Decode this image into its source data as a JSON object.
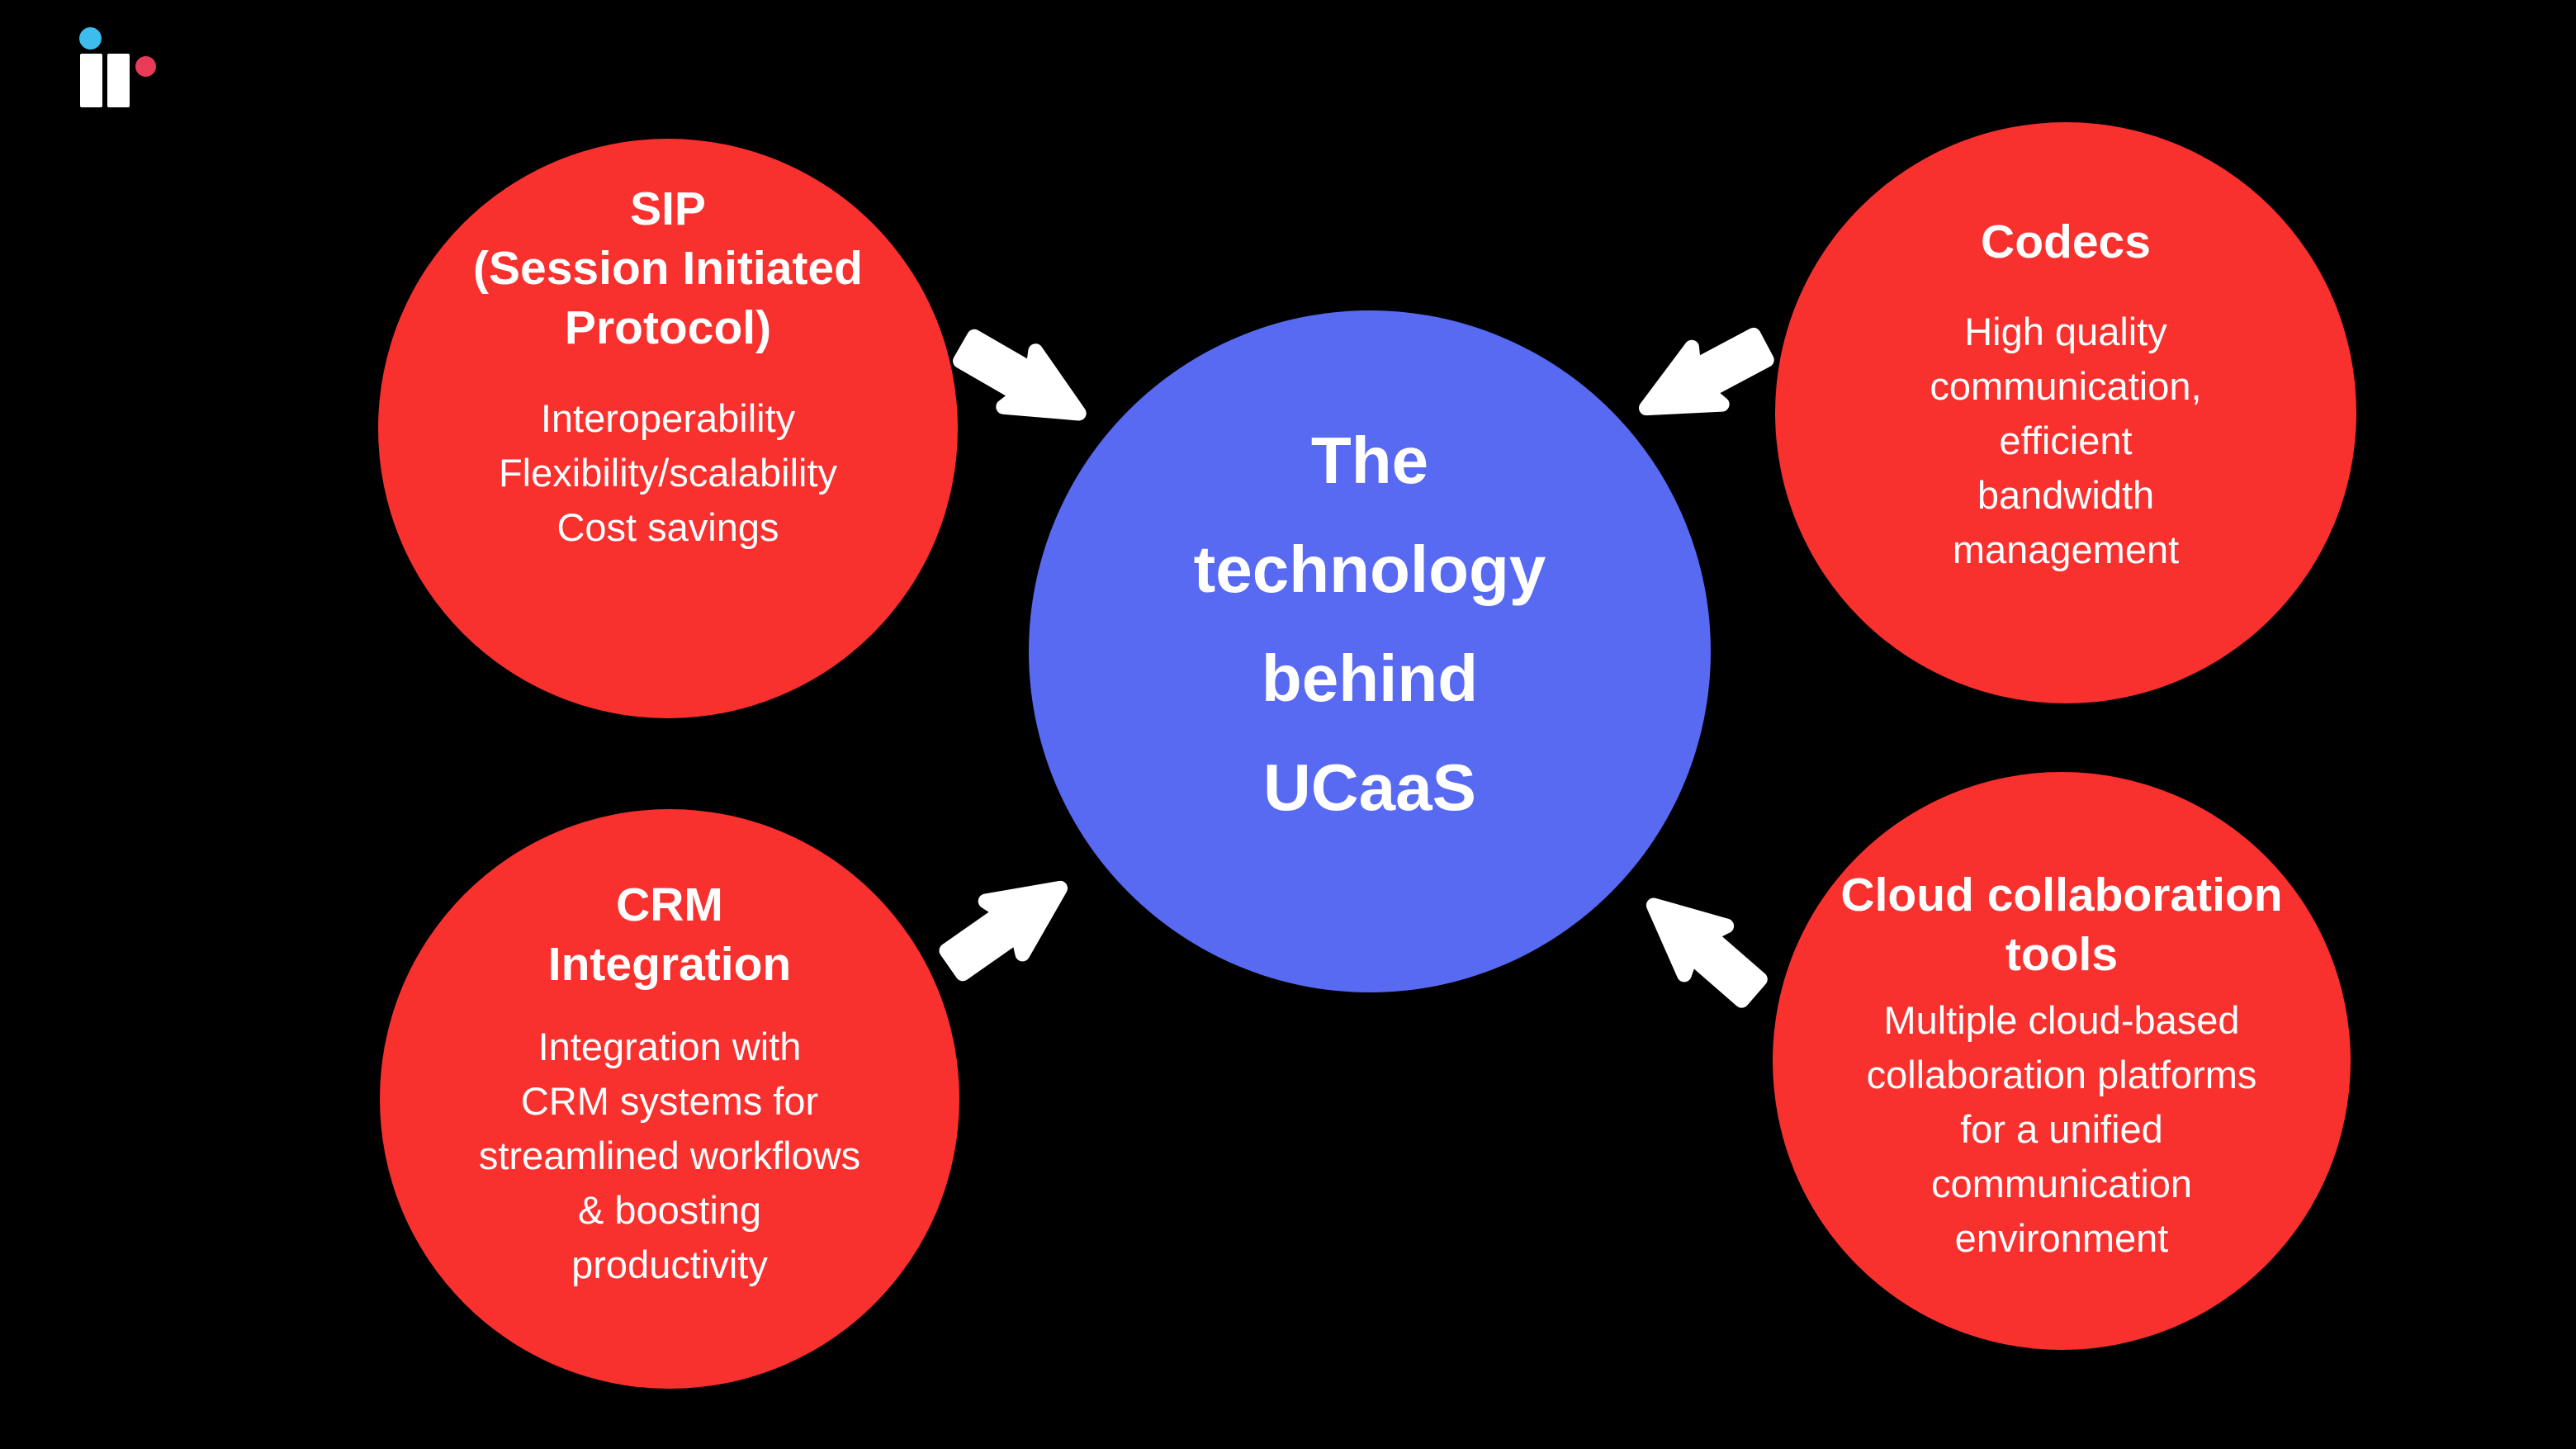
{
  "center_node": {
    "lines": [
      "The",
      "technology",
      "behind",
      "UCaaS"
    ]
  },
  "nodes": [
    {
      "id": "sip",
      "title_lines": [
        "SIP",
        "(Session Initiated",
        "Protocol)"
      ],
      "body_lines": [
        "Interoperability",
        "Flexibility/scalability",
        "Cost savings"
      ]
    },
    {
      "id": "codecs",
      "title_lines": [
        "Codecs"
      ],
      "body_lines": [
        "High quality",
        "communication,",
        "efficient",
        "bandwidth",
        "management"
      ]
    },
    {
      "id": "crm",
      "title_lines": [
        "CRM",
        "Integration"
      ],
      "body_lines": [
        "Integration with",
        "CRM systems for",
        "streamlined workflows",
        "& boosting",
        "productivity"
      ]
    },
    {
      "id": "cloud",
      "title_lines": [
        "Cloud collaboration",
        "tools"
      ],
      "body_lines": [
        "Multiple cloud-based",
        "collaboration platforms",
        "for a unified",
        "communication",
        "environment"
      ]
    }
  ],
  "colors": {
    "background": "#000000",
    "node_red": "#F8302E",
    "center_blue": "#5869F2",
    "text_white": "#FFFFFF",
    "arrow_white": "#FFFFFF",
    "logo_cyan": "#3CBDEE",
    "logo_pink": "#E93A57",
    "logo_white": "#FFFFFF"
  }
}
